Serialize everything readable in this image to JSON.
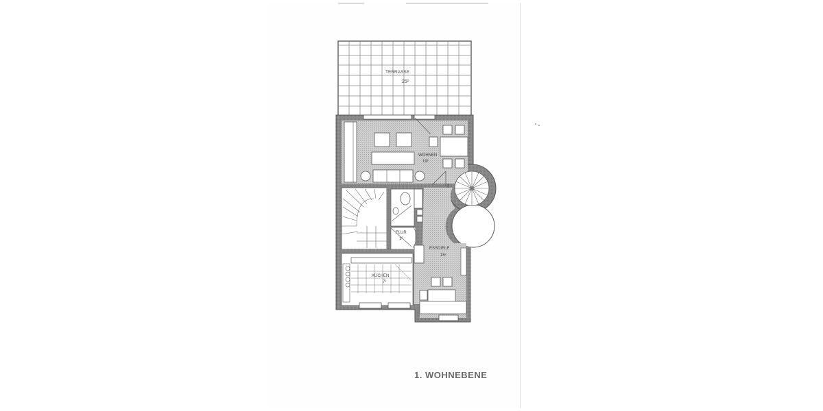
{
  "document": {
    "caption": "1. WOHNEBENE",
    "type": "floor plan scan"
  },
  "rooms": {
    "terrace": {
      "label": "TERRASSE",
      "area": "25²"
    },
    "living": {
      "label": "WOHNEN",
      "area": "19²"
    },
    "hall": {
      "label": "FLUR",
      "area": "1²"
    },
    "dining": {
      "label": "ESSDIELE",
      "area": "15²"
    },
    "kitchen": {
      "label": "KÜCHEN",
      "area": "7²"
    }
  },
  "colors": {
    "wall": "#8a8a8a",
    "floor_hatch": "#c8c8c8",
    "line": "#555555",
    "caption": "#6a6a6a",
    "background": "#ffffff"
  }
}
